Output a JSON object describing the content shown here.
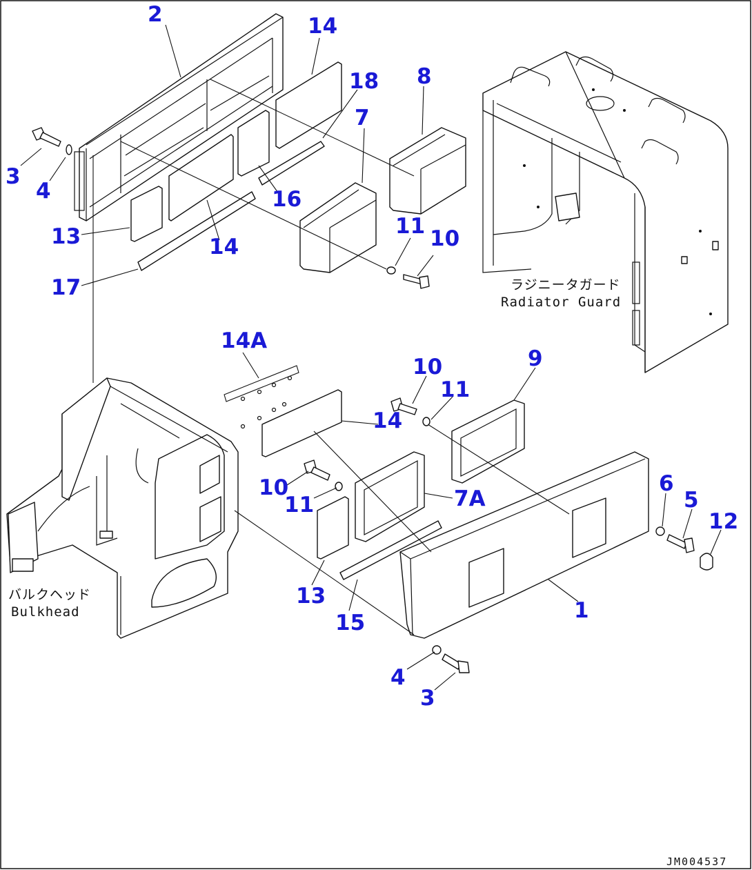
{
  "diagram": {
    "document_id": "JM004537",
    "captions": {
      "radiator_guard_jp": "ラジニータガード",
      "radiator_guard_en": "Radiator Guard",
      "bulkhead_jp": "バルクヘッド",
      "bulkhead_en": "Bulkhead"
    },
    "callouts": {
      "c2": "2",
      "c14a": "14",
      "c18": "18",
      "c8": "8",
      "c7": "7",
      "c3a": "3",
      "c4a": "4",
      "c16": "16",
      "c13a": "13",
      "c14b": "14",
      "c11a": "11",
      "c10a": "10",
      "c17": "17",
      "c14A": "14A",
      "c10b": "10",
      "c11b": "11",
      "c9": "9",
      "c14c": "14",
      "c10c": "10",
      "c11c": "11",
      "c7A": "7A",
      "c6": "6",
      "c5": "5",
      "c12": "12",
      "c1": "1",
      "c13b": "13",
      "c15": "15",
      "c4b": "4",
      "c3b": "3"
    }
  }
}
